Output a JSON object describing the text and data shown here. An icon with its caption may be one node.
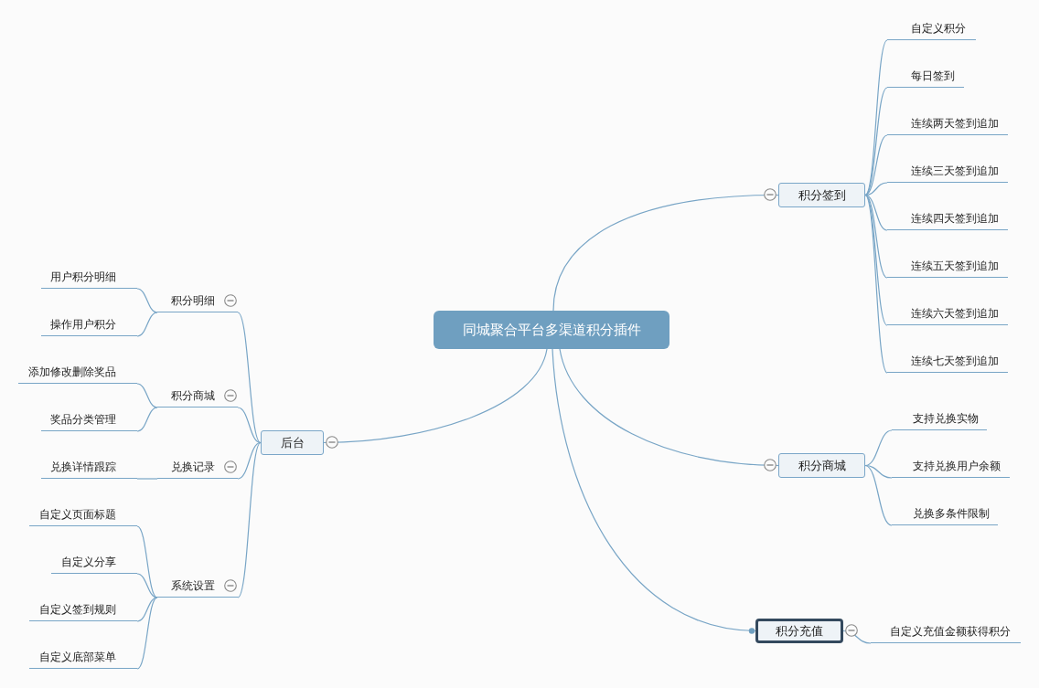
{
  "diagram": {
    "nodes": [
      {
        "text": [
          "同城聚合平台多渠道积分插件"
        ]
      },
      {
        "text": [
          "积分签到"
        ]
      },
      {
        "text": [
          "自定义积分"
        ]
      },
      {
        "text": [
          "每日签到"
        ]
      },
      {
        "text": [
          "连续两天签到追加"
        ]
      },
      {
        "text": [
          "连续三天签到追加"
        ]
      },
      {
        "text": [
          "连续四天签到追加"
        ]
      },
      {
        "text": [
          "连续五天签到追加"
        ]
      },
      {
        "text": [
          "连续六天签到追加"
        ]
      },
      {
        "text": [
          "连续七天签到追加"
        ]
      },
      {
        "text": [
          "积分商城"
        ]
      },
      {
        "text": [
          "支持兑换实物"
        ]
      },
      {
        "text": [
          "支持兑换用户余额"
        ]
      },
      {
        "text": [
          "兑换多条件限制"
        ]
      },
      {
        "text": [
          "积分充值"
        ]
      },
      {
        "text": [
          "自定义充值金额获得积分"
        ]
      },
      {
        "text": [
          "后台"
        ]
      },
      {
        "text": [
          "积分明细"
        ]
      },
      {
        "text": [
          "用户积分明细"
        ]
      },
      {
        "text": [
          "操作用户积分"
        ]
      },
      {
        "text": [
          "积分商城"
        ]
      },
      {
        "text": [
          "添加修改删除奖品"
        ]
      },
      {
        "text": [
          "奖品分类管理"
        ]
      },
      {
        "text": [
          "兑换记录"
        ]
      },
      {
        "text": [
          "兑换详情跟踪"
        ]
      },
      {
        "text": [
          "系统设置"
        ]
      },
      {
        "text": [
          "自定义页面标题"
        ]
      },
      {
        "text": [
          "自定义分享"
        ]
      },
      {
        "text": [
          "自定义签到规则"
        ]
      },
      {
        "text": [
          "自定义底部菜单"
        ]
      }
    ],
    "edges": [
      {
        "from": 0,
        "to": 1,
        "arrow": "none"
      },
      {
        "from": 1,
        "to": 2,
        "arrow": "none"
      },
      {
        "from": 1,
        "to": 3,
        "arrow": "none"
      },
      {
        "from": 1,
        "to": 4,
        "arrow": "none"
      },
      {
        "from": 1,
        "to": 5,
        "arrow": "none"
      },
      {
        "from": 1,
        "to": 6,
        "arrow": "none"
      },
      {
        "from": 1,
        "to": 7,
        "arrow": "none"
      },
      {
        "from": 1,
        "to": 8,
        "arrow": "none"
      },
      {
        "from": 1,
        "to": 9,
        "arrow": "none"
      },
      {
        "from": 0,
        "to": 10,
        "arrow": "none"
      },
      {
        "from": 10,
        "to": 11,
        "arrow": "none"
      },
      {
        "from": 10,
        "to": 12,
        "arrow": "none"
      },
      {
        "from": 10,
        "to": 13,
        "arrow": "none"
      },
      {
        "from": 0,
        "to": 14,
        "arrow": "other"
      },
      {
        "from": 14,
        "to": 15,
        "arrow": "none"
      },
      {
        "from": 0,
        "to": 16,
        "arrow": "none"
      },
      {
        "from": 16,
        "to": 17,
        "arrow": "none"
      },
      {
        "from": 17,
        "to": 18,
        "arrow": "none"
      },
      {
        "from": 17,
        "to": 19,
        "arrow": "none"
      },
      {
        "from": 16,
        "to": 20,
        "arrow": "none"
      },
      {
        "from": 20,
        "to": 21,
        "arrow": "none"
      },
      {
        "from": 20,
        "to": 22,
        "arrow": "none"
      },
      {
        "from": 16,
        "to": 23,
        "arrow": "none"
      },
      {
        "from": 23,
        "to": 24,
        "arrow": "none"
      },
      {
        "from": 16,
        "to": 25,
        "arrow": "none"
      },
      {
        "from": 25,
        "to": 26,
        "arrow": "none"
      },
      {
        "from": 25,
        "to": 27,
        "arrow": "none"
      },
      {
        "from": 25,
        "to": 28,
        "arrow": "none"
      },
      {
        "from": 25,
        "to": 29,
        "arrow": "none"
      }
    ]
  }
}
